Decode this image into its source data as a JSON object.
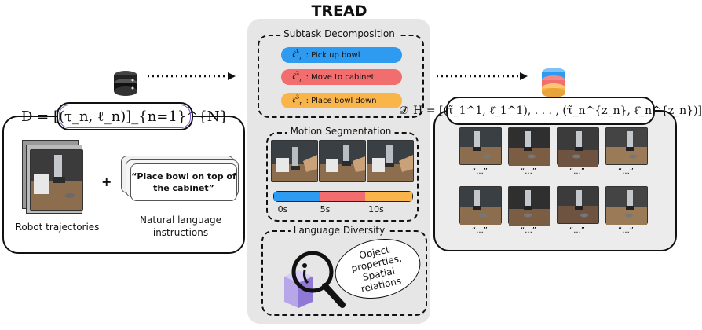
{
  "title": "TREAD",
  "left": {
    "formula": "D = [(τ_n, ℓ_n)]_{n=1}^{N}",
    "instruction": "“Place bowl on top of the cabinet”",
    "plus": "+",
    "caption_trajectories": "Robot trajectories",
    "caption_instructions": "Natural language instructions"
  },
  "subtask": {
    "label": "Subtask Decomposition",
    "items": [
      {
        "sym": "ℓ̃",
        "sup": "1",
        "sub": "n",
        "text": ": Pick up bowl",
        "color": "#2e9bf0"
      },
      {
        "sym": "ℓ̃",
        "sup": "2",
        "sub": "n",
        "text": ": Move to cabinet",
        "color": "#f26d6d"
      },
      {
        "sym": "ℓ̃",
        "sup": "3",
        "sub": "n",
        "text": ": Place bowl down",
        "color": "#f9b54a"
      }
    ]
  },
  "motion": {
    "label": "Motion Segmentation",
    "ticks": [
      "0s",
      "5s",
      "10s"
    ],
    "segments": [
      {
        "color": "#2e9bf0",
        "fraction": 0.33
      },
      {
        "color": "#f26d6d",
        "fraction": 0.33
      },
      {
        "color": "#f9b54a",
        "fraction": 0.34
      }
    ]
  },
  "diversity": {
    "label": "Language Diversity",
    "bubble": "Object properties, Spatial relations"
  },
  "right": {
    "formula": "𝒟̂_H = [(τ̃_1^1, ℓ̂_1^1), . . . , (τ̃_n^{z_n}, ℓ̂_n^{z_n})]",
    "quote": "“...”"
  },
  "colors": {
    "blue": "#2e9bf0",
    "red": "#f26d6d",
    "orange": "#f9b54a",
    "panel_gray": "#e6e6e6",
    "highlight": "#7b5cd6"
  }
}
